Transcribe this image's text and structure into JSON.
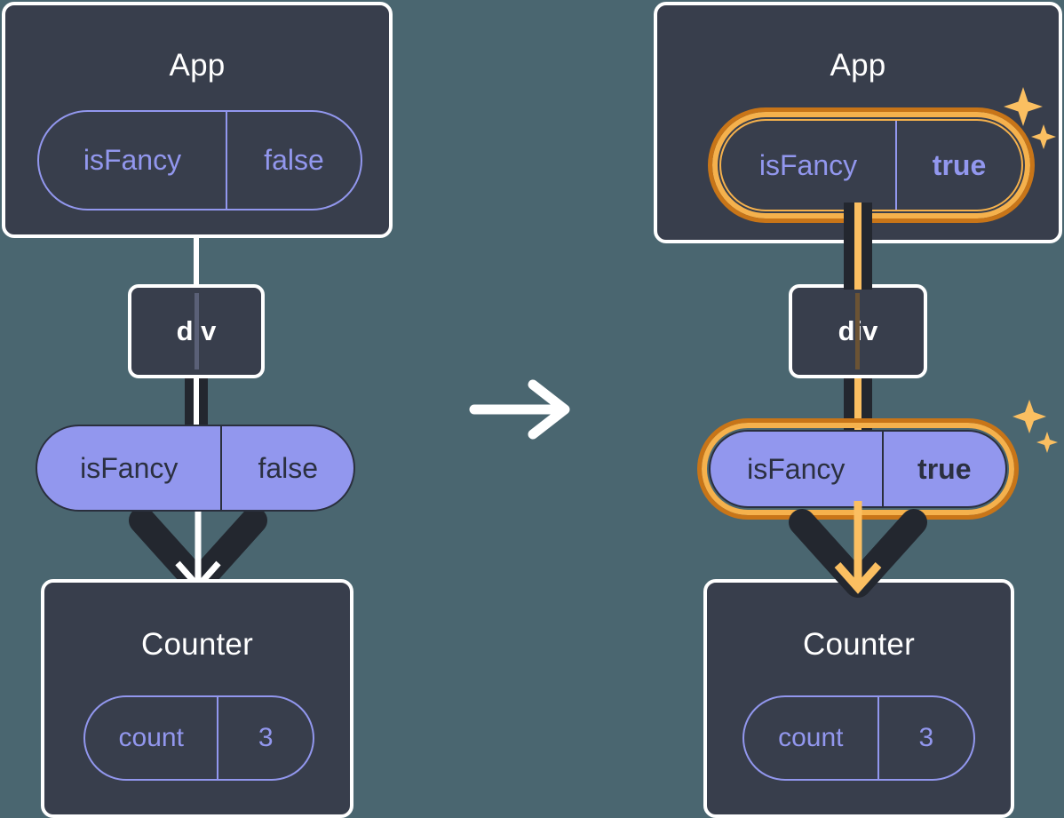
{
  "diagram": {
    "title": "React state update propagation",
    "background_color": "#4a6670",
    "transition_icon": "arrow-right-icon",
    "highlight_color": "#f5b14c",
    "highlight_outer_color": "#c87518",
    "accent_purple": "#9297ee",
    "panel_color": "#383e4c"
  },
  "left": {
    "app": {
      "title": "App",
      "state_key": "isFancy",
      "state_value": "false"
    },
    "div": {
      "label": "div"
    },
    "prop": {
      "key": "isFancy",
      "value": "false"
    },
    "counter": {
      "title": "Counter",
      "state_key": "count",
      "state_value": "3"
    }
  },
  "right": {
    "app": {
      "title": "App",
      "state_key": "isFancy",
      "state_value": "true",
      "highlighted": true,
      "sparkle_icon": "sparkles-icon"
    },
    "div": {
      "label": "div"
    },
    "prop": {
      "key": "isFancy",
      "value": "true",
      "highlighted": true,
      "sparkle_icon": "sparkles-icon"
    },
    "counter": {
      "title": "Counter",
      "state_key": "count",
      "state_value": "3"
    }
  }
}
